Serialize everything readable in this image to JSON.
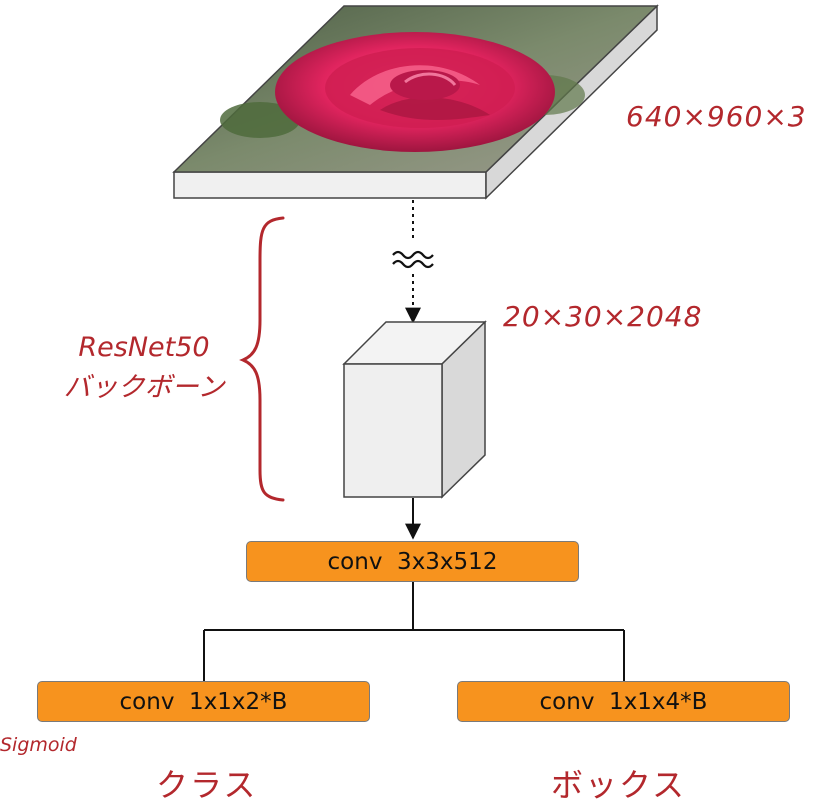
{
  "input_dims": "640×960×3",
  "feature_dims": "20×30×2048",
  "backbone": {
    "line1": "ResNet50",
    "line2": "バックボーン"
  },
  "layers": {
    "shared": "conv  3x3x512",
    "class_head": "conv  1x1x2*B",
    "box_head": "conv  1x1x4*B"
  },
  "activation": "Sigmoid",
  "outputs": {
    "class": "クラス",
    "box": "ボックス"
  },
  "colors": {
    "conv_fill": "#f7931e",
    "annotation": "#b3282d",
    "rose": "#e0245e"
  },
  "icons": {
    "input": "rose-photo-slab",
    "feature": "feature-map-cube",
    "skip": "approx-break-icon"
  }
}
